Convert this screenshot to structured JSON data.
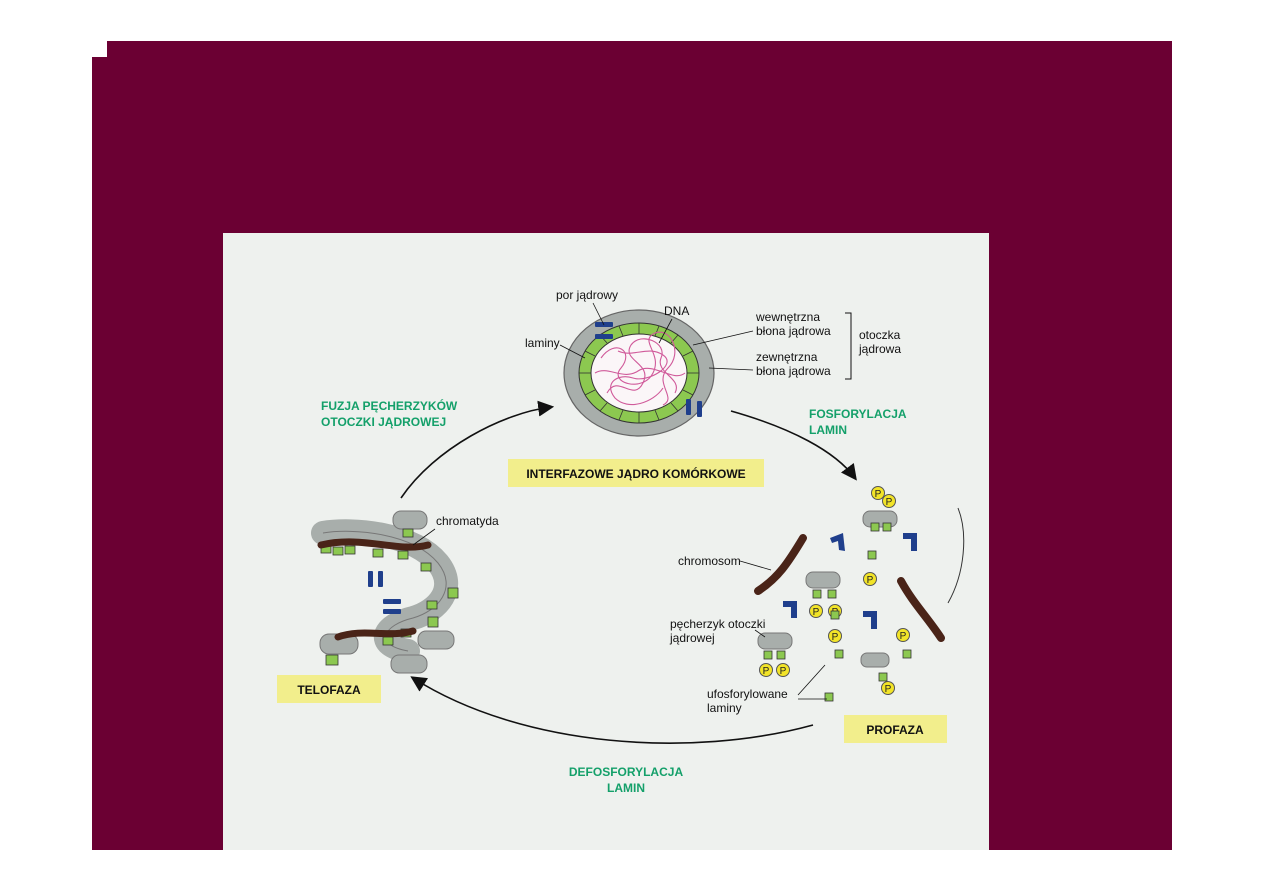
{
  "diagram": {
    "stages": {
      "interphase": "INTERFAZOWE JĄDRO KOMÓRKOWE",
      "prophase": "PROFAZA",
      "telophase": "TELOFAZA"
    },
    "processes": {
      "phosphorylation": [
        "FOSFORYLACJA",
        "LAMIN"
      ],
      "dephosphorylation": [
        "DEFOSFORYLACJA",
        "LAMIN"
      ],
      "fusion": [
        "FUZJA PĘCHERZYKÓW",
        "OTOCZKI JĄDROWEJ"
      ]
    },
    "labels": {
      "nuclear_pore": "por jądrowy",
      "dna": "DNA",
      "lamins": "laminy",
      "inner_membrane": [
        "wewnętrzna",
        "błona jądrowa"
      ],
      "outer_membrane": [
        "zewnętrzna",
        "błona jądrowa"
      ],
      "envelope": [
        "otoczka",
        "jądrowa"
      ],
      "chromatid": "chromatyda",
      "chromosome": "chromosom",
      "vesicle": [
        "pęcherzyk otoczki",
        "jądrowej"
      ],
      "phospho_lamins": [
        "ufosforylowane",
        "laminy"
      ],
      "phosphate": "P"
    },
    "colors": {
      "slide_background": "#6b0033",
      "stage_highlight": "#f2ee8c",
      "process_text": "#14a06a",
      "membrane": "#a8aeab",
      "lamina": "#8cc850",
      "pore": "#1f3f8c",
      "dna": "#d05a9a",
      "chromosome": "#4a2418",
      "phosphate": "#f2e428"
    }
  }
}
